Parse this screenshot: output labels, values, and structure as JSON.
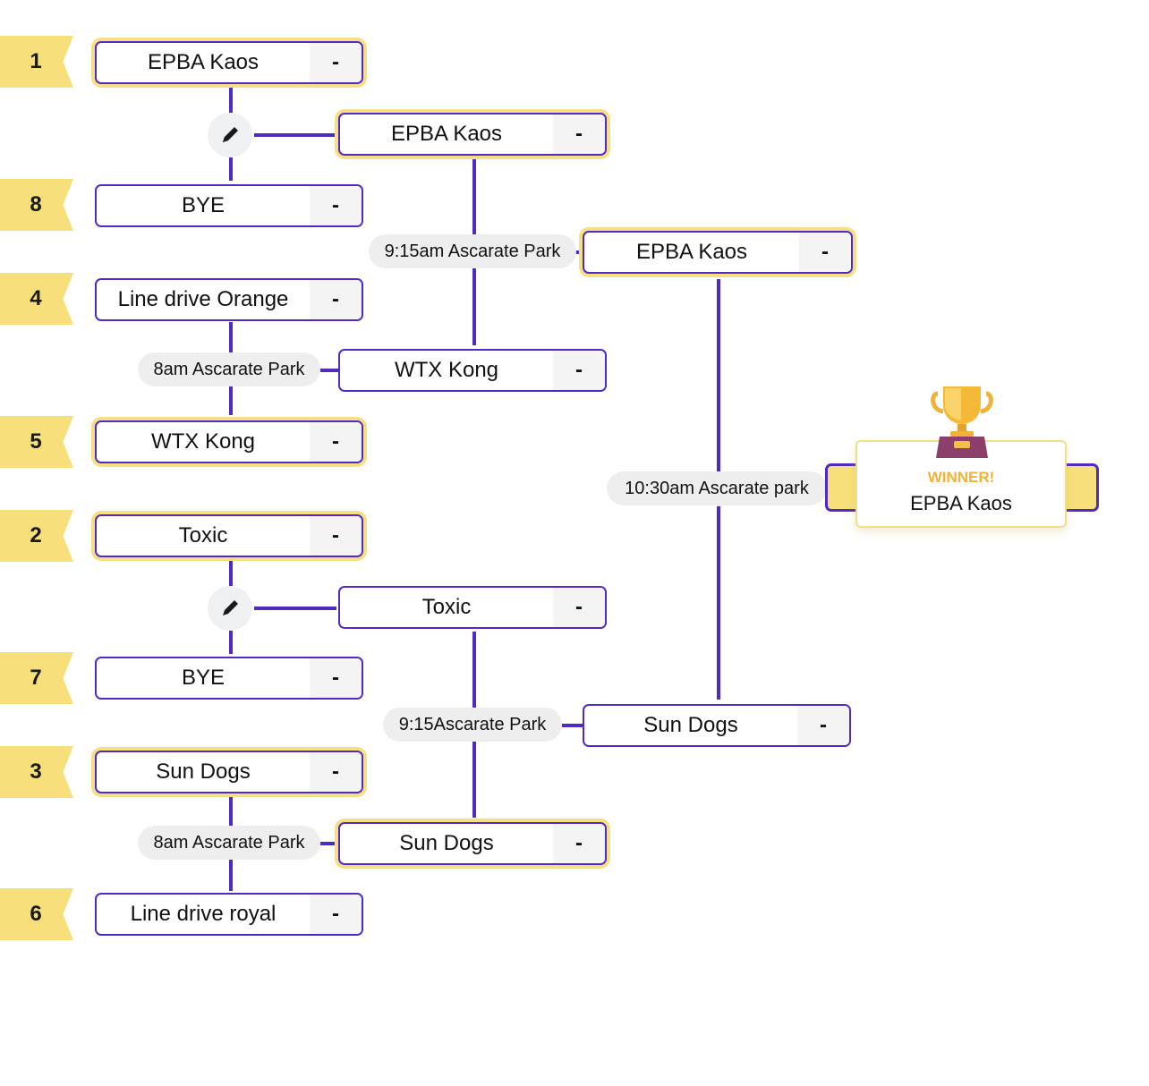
{
  "seeds": [
    "1",
    "8",
    "4",
    "5",
    "2",
    "7",
    "3",
    "6"
  ],
  "round1": [
    {
      "name": "EPBA Kaos",
      "score": "-"
    },
    {
      "name": "BYE",
      "score": "-"
    },
    {
      "name": "Line drive Orange",
      "score": "-"
    },
    {
      "name": "WTX Kong",
      "score": "-"
    },
    {
      "name": "Toxic",
      "score": "-"
    },
    {
      "name": "BYE",
      "score": "-"
    },
    {
      "name": "Sun Dogs",
      "score": "-"
    },
    {
      "name": "Line drive royal",
      "score": "-"
    }
  ],
  "round1_games": [
    "8am Ascarate Park",
    "8am Ascarate Park"
  ],
  "round2": [
    {
      "name": "EPBA Kaos",
      "score": "-"
    },
    {
      "name": "WTX Kong",
      "score": "-"
    },
    {
      "name": "Toxic",
      "score": "-"
    },
    {
      "name": "Sun Dogs",
      "score": "-"
    }
  ],
  "round2_games": [
    "9:15am Ascarate Park",
    "9:15Ascarate Park"
  ],
  "round3": [
    {
      "name": "EPBA Kaos",
      "score": "-"
    },
    {
      "name": "Sun Dogs",
      "score": "-"
    }
  ],
  "final_game": "10:30am Ascarate park",
  "winner": {
    "label": "WINNER!",
    "name": "EPBA Kaos"
  },
  "colors": {
    "line": "#4f2bc4",
    "seed_bg": "#f7e07c",
    "highlight": "#f6df86",
    "winner_label": "#f0b23a"
  },
  "icons": {
    "edit": "pencil-icon",
    "trophy": "trophy-icon"
  }
}
